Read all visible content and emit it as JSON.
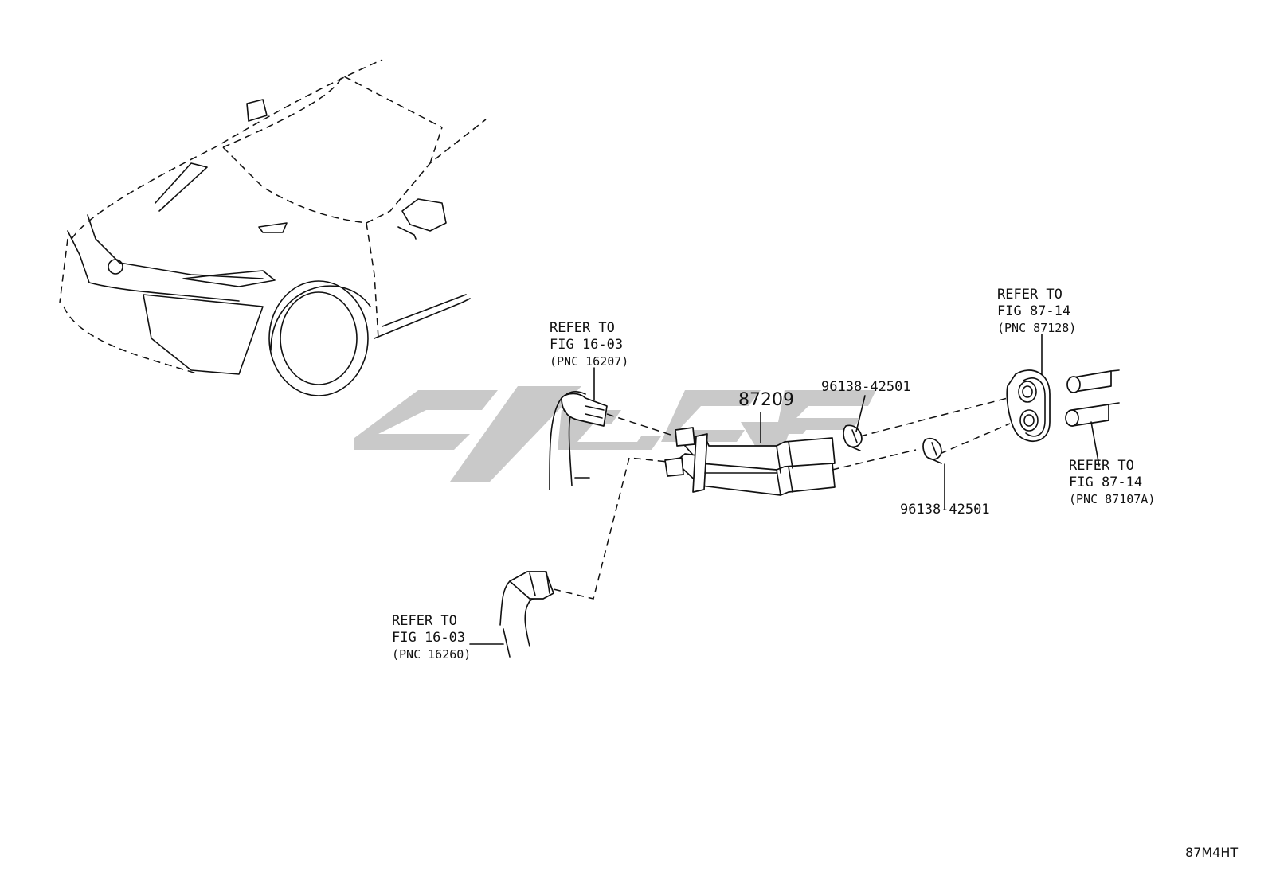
{
  "diagram": {
    "callouts": [
      {
        "id": "heater-outlet-ref",
        "lines": [
          "REFER TO",
          "FIG 16-03",
          "(PNC 16207)"
        ]
      },
      {
        "id": "heater-inlet-ref",
        "lines": [
          "REFER TO",
          "FIG 16-03",
          "(PNC 16260)"
        ]
      },
      {
        "id": "grommet-ref",
        "lines": [
          "REFER TO",
          "FIG 87-14",
          "(PNC 87128)"
        ]
      },
      {
        "id": "pipe-ref",
        "lines": [
          "REFER TO",
          "FIG 87-14",
          "(PNC 87107A)"
        ]
      }
    ],
    "parts": {
      "core": "87209",
      "clip_upper": "96138-42501",
      "clip_lower": "96138-42501"
    },
    "figure_code": "87M4HT",
    "colors": {
      "line": "#111111",
      "watermark": "#c9c9c9",
      "background": "#ffffff"
    }
  }
}
